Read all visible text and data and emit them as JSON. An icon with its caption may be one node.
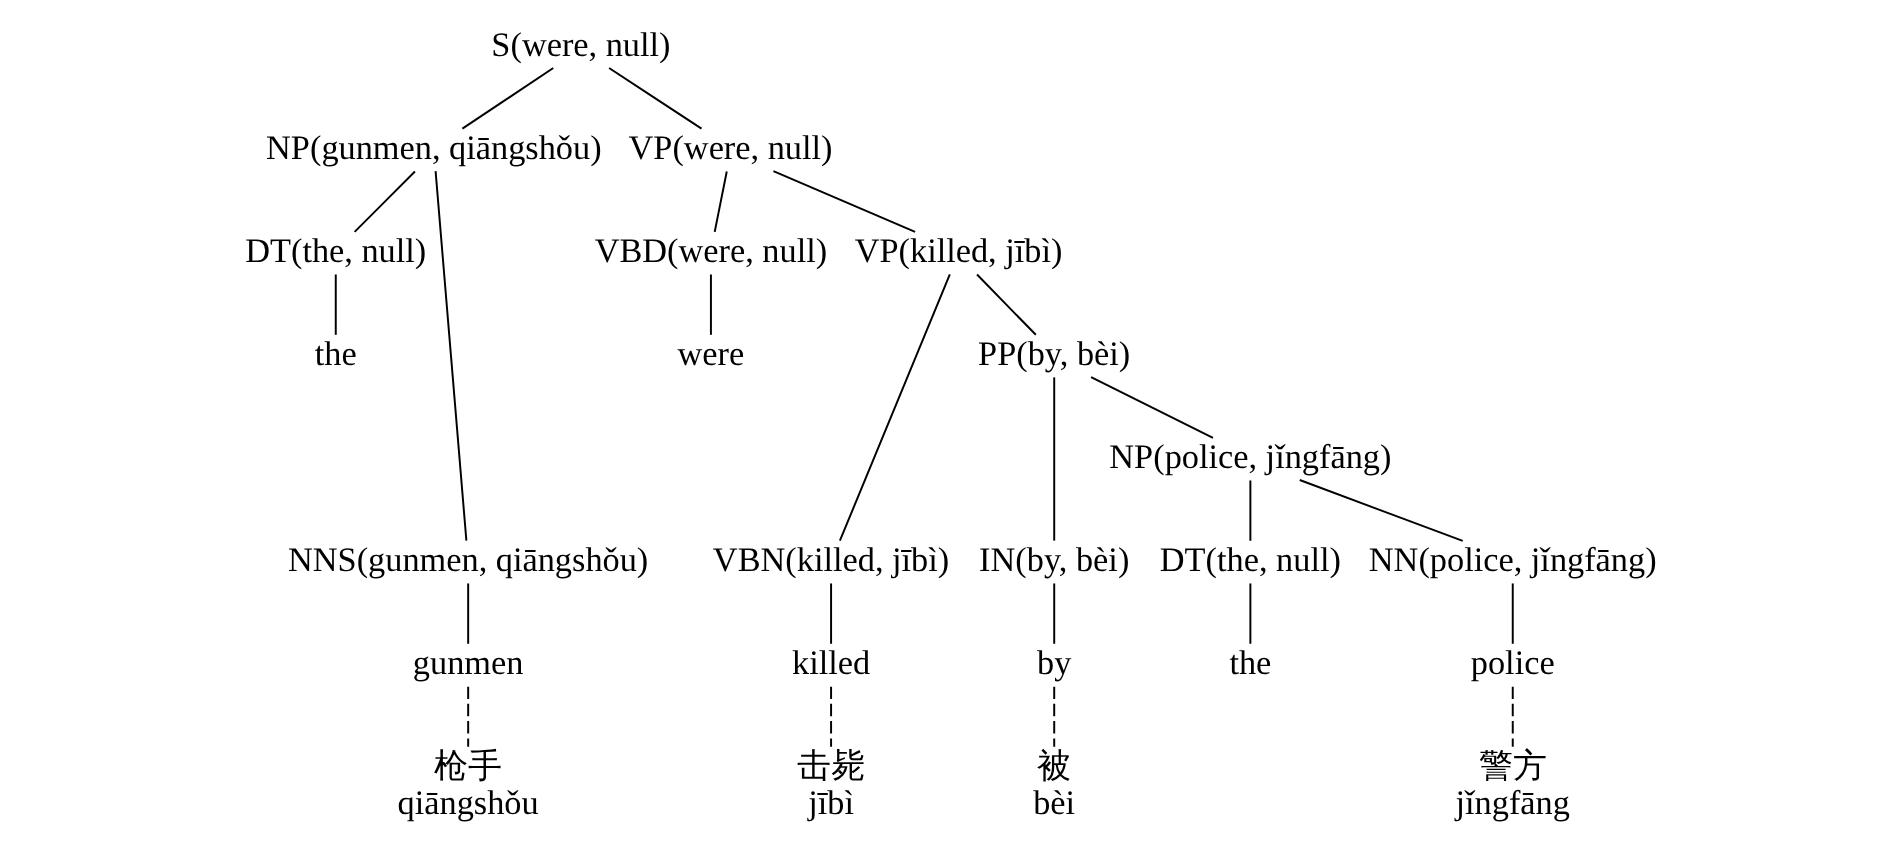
{
  "diagram": {
    "nodes": [
      {
        "text": [
          "S(were, null)"
        ]
      },
      {
        "text": [
          "VP(were, null)"
        ]
      },
      {
        "text": [
          "VP(killed, jībì)"
        ]
      },
      {
        "text": [
          "PP(by, bèi)"
        ]
      },
      {
        "text": [
          "NP(gunmen, qiāngshǒu)"
        ]
      },
      {
        "text": [
          "NP(police, jǐngfāng)"
        ]
      },
      {
        "text": [
          "DT(the, null)"
        ]
      },
      {
        "text": [
          "NNS(gunmen, qiāngshǒu)"
        ]
      },
      {
        "text": [
          "VBD(were, null)"
        ]
      },
      {
        "text": [
          "VBN(killed, jībì)"
        ]
      },
      {
        "text": [
          "IN(by, bèi)"
        ]
      },
      {
        "text": [
          "DT(the, null)"
        ]
      },
      {
        "text": [
          "NN(police, jǐngfāng)"
        ]
      },
      {
        "text": [
          "the"
        ]
      },
      {
        "text": [
          "gunmen"
        ]
      },
      {
        "text": [
          "were"
        ]
      },
      {
        "text": [
          "killed"
        ]
      },
      {
        "text": [
          "by"
        ]
      },
      {
        "text": [
          "the"
        ]
      },
      {
        "text": [
          "police"
        ]
      },
      {
        "text": [
          "枪手",
          "qiāngshǒu"
        ]
      },
      {
        "text": [
          "被",
          "bèi"
        ]
      },
      {
        "text": [
          "警方",
          "jǐngfāng"
        ]
      },
      {
        "text": [
          "击毙",
          "jībì"
        ]
      }
    ],
    "edges": [
      {
        "from": 0,
        "to": 4,
        "arrow": "none"
      },
      {
        "from": 0,
        "to": 1,
        "arrow": "none"
      },
      {
        "from": 1,
        "to": 8,
        "arrow": "none"
      },
      {
        "from": 1,
        "to": 2,
        "arrow": "none"
      },
      {
        "from": 2,
        "to": 9,
        "arrow": "none"
      },
      {
        "from": 2,
        "to": 3,
        "arrow": "none"
      },
      {
        "from": 3,
        "to": 10,
        "arrow": "none"
      },
      {
        "from": 3,
        "to": 5,
        "arrow": "none"
      },
      {
        "from": 4,
        "to": 6,
        "arrow": "none"
      },
      {
        "from": 4,
        "to": 7,
        "arrow": "none"
      },
      {
        "from": 5,
        "to": 11,
        "arrow": "none"
      },
      {
        "from": 5,
        "to": 12,
        "arrow": "none"
      },
      {
        "from": 6,
        "to": 13,
        "arrow": "none"
      },
      {
        "from": 7,
        "to": 14,
        "arrow": "none"
      },
      {
        "from": 8,
        "to": 15,
        "arrow": "none"
      },
      {
        "from": 9,
        "to": 16,
        "arrow": "none"
      },
      {
        "from": 10,
        "to": 17,
        "arrow": "none"
      },
      {
        "from": 11,
        "to": 18,
        "arrow": "none"
      },
      {
        "from": 12,
        "to": 19,
        "arrow": "none"
      },
      {
        "from": 14,
        "to": 20,
        "arrow": "none",
        "style": "dashed"
      },
      {
        "from": 17,
        "to": 21,
        "arrow": "none",
        "style": "dashed"
      },
      {
        "from": 19,
        "to": 22,
        "arrow": "none",
        "style": "dashed"
      },
      {
        "from": 16,
        "to": 23,
        "arrow": "none",
        "style": "dashed"
      }
    ]
  }
}
